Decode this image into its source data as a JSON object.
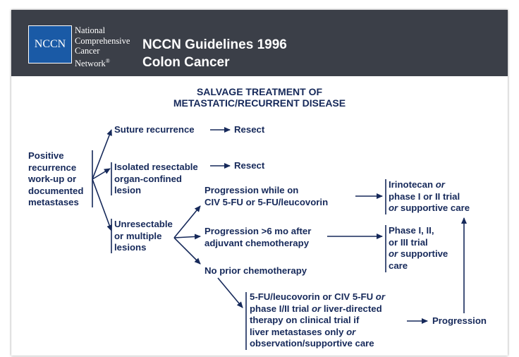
{
  "org": {
    "logo_text": "NCCN",
    "name_lines": [
      "National",
      "Comprehensive",
      "Cancer",
      "Network"
    ],
    "registered_mark": "®"
  },
  "title": {
    "line1": "NCCN Guidelines 1996",
    "line2": "Colon Cancer"
  },
  "heading": {
    "line1": "SALVAGE TREATMENT OF",
    "line2": "METASTATIC/RECURRENT DISEASE"
  },
  "nodes": {
    "start": [
      "Positive",
      "recurrence",
      "work-up or",
      "documented",
      "metastases"
    ],
    "suture": "Suture recurrence",
    "resect_1": "Resect",
    "isolated": [
      "Isolated resectable",
      "organ-confined",
      "lesion"
    ],
    "resect_2": "Resect",
    "unresectable": [
      "Unresectable",
      "or multiple",
      "lesions"
    ],
    "prog_civ": [
      "Progression while on",
      "CIV 5-FU or 5-FU/leucovorin"
    ],
    "prog_6mo": [
      "Progression >6 mo after",
      "adjuvant chemotherapy"
    ],
    "no_prior": "No prior chemotherapy",
    "irinotecan": {
      "line1_a": "Irinotecan",
      "line1_or": "or",
      "line2": "phase I or II trial",
      "line3_or": "or",
      "line3_b": "supportive care"
    },
    "phase": {
      "line1": "Phase I, II,",
      "line2": "or III trial",
      "line3_or": "or",
      "line3_b": "supportive",
      "line4": "care"
    },
    "combo": {
      "line1_a": "5-FU/leucovorin or CIV 5-FU",
      "line1_or": "or",
      "line2_a": "phase I/II trial",
      "line2_or": "or",
      "line2_b": "liver-directed",
      "line3": "therapy on clinical trial if",
      "line4_a": "liver metastases only",
      "line4_or": "or",
      "line5": "observation/supportive care"
    },
    "progression": "Progression"
  },
  "colors": {
    "header_bg": "#3b3f48",
    "logo_bg": "#1a5aa6",
    "ink": "#16295a"
  }
}
